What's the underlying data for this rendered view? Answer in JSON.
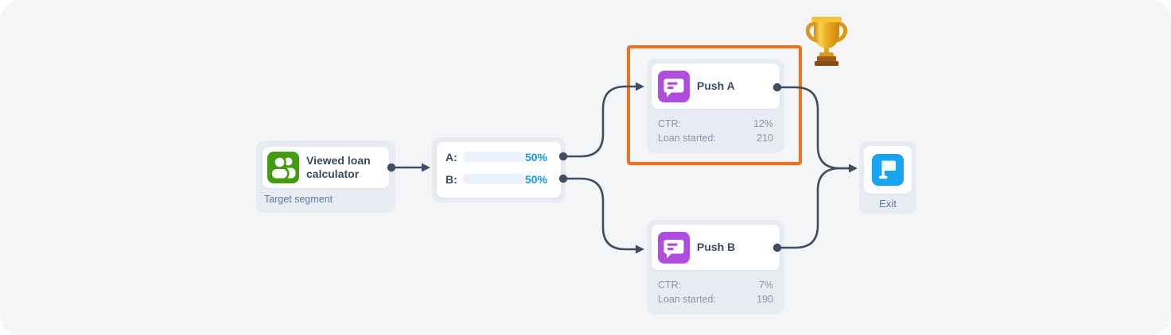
{
  "colors": {
    "canvas_bg": "#f4f5f7",
    "node_bg": "#e8ecf2",
    "title_text": "#3c4a5e",
    "muted_text": "#8895ab",
    "label_text": "#5e7ca2",
    "accent_blue": "#129bf4",
    "bar_track": "#e9f1fb",
    "segment_green": "#449d0e",
    "push_purple": "#b14ce1",
    "exit_blue": "#18a5ef",
    "winner_orange": "#f4701d",
    "connector": "#3e4d63"
  },
  "nodes": {
    "segment": {
      "title": "Viewed loan calculator",
      "subtitle": "Target segment",
      "icon": "users-icon"
    },
    "split": {
      "rows": [
        {
          "label": "A:",
          "value": "50%",
          "fill_pct": 50
        },
        {
          "label": "B:",
          "value": "50%",
          "fill_pct": 50
        }
      ]
    },
    "push_a": {
      "title": "Push A",
      "icon": "push-message-icon",
      "winner": true,
      "winner_badge": "trophy",
      "stats": [
        {
          "label": "CTR:",
          "value": "12%"
        },
        {
          "label": "Loan started:",
          "value": "210"
        }
      ]
    },
    "push_b": {
      "title": "Push B",
      "icon": "push-message-icon",
      "stats": [
        {
          "label": "CTR:",
          "value": "7%"
        },
        {
          "label": "Loan started:",
          "value": "190"
        }
      ]
    },
    "exit": {
      "label": "Exit",
      "icon": "flag-icon"
    }
  }
}
